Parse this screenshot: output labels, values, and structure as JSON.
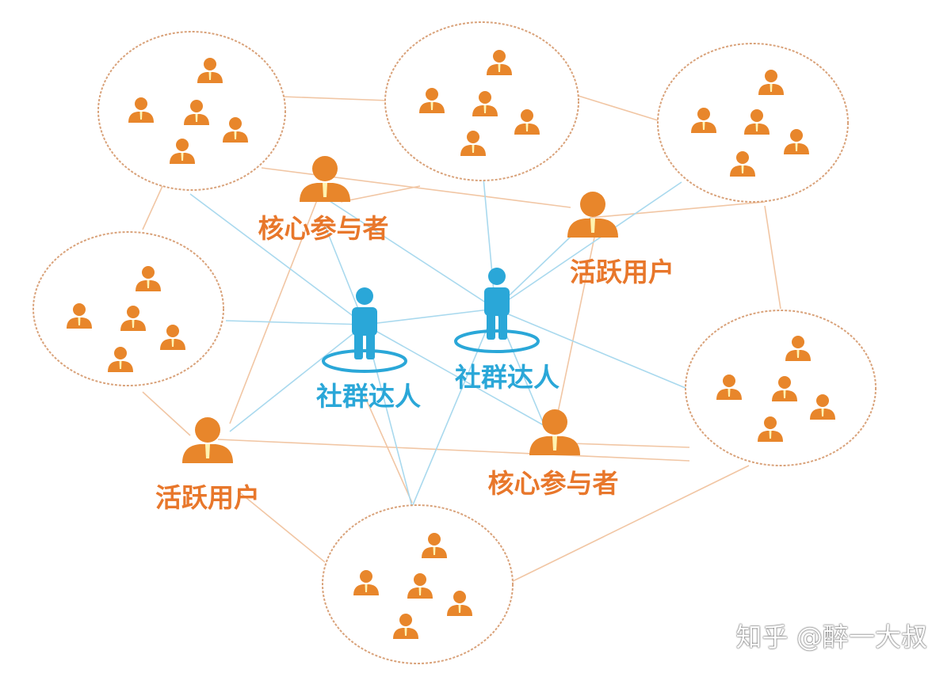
{
  "labels": {
    "core_participant": "核心参与者",
    "active_user": "活跃用户",
    "community_expert": "社群达人"
  },
  "watermark": "知乎 @醉一大叔",
  "colors": {
    "user_orange": "#e8862b",
    "label_orange": "#e8772b",
    "expert_blue": "#2aa7d8",
    "circle_border": "#d9a27a",
    "link_orange": "#f1c6a4",
    "link_blue": "#a9d9ee"
  }
}
